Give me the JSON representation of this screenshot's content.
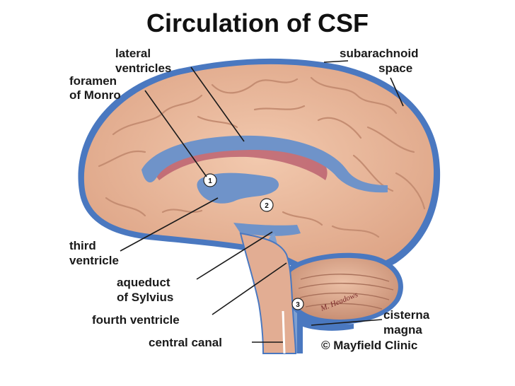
{
  "title": "Circulation of CSF",
  "labels": {
    "lateral_ventricles": [
      "lateral",
      "ventricles"
    ],
    "foramen_of_monro": [
      "foramen",
      "of Monro"
    ],
    "subarachnoid_space": [
      "subarachnoid",
      "space"
    ],
    "third_ventricle": [
      "third",
      "ventricle"
    ],
    "aqueduct_of_sylvius": [
      "aqueduct",
      "of Sylvius"
    ],
    "fourth_ventricle": "fourth ventricle",
    "central_canal": "central canal",
    "cisterna_magna": [
      "cisterna",
      "magna"
    ],
    "copyright": "© Mayfield Clinic"
  },
  "markers": [
    "1",
    "2",
    "3"
  ],
  "signature": "M. Headows",
  "colors": {
    "brain_tissue": "#e8b79b",
    "brain_fold": "#c58d72",
    "csf_blue": "#6f93c9",
    "outline_blue": "#4a78c0"
  }
}
